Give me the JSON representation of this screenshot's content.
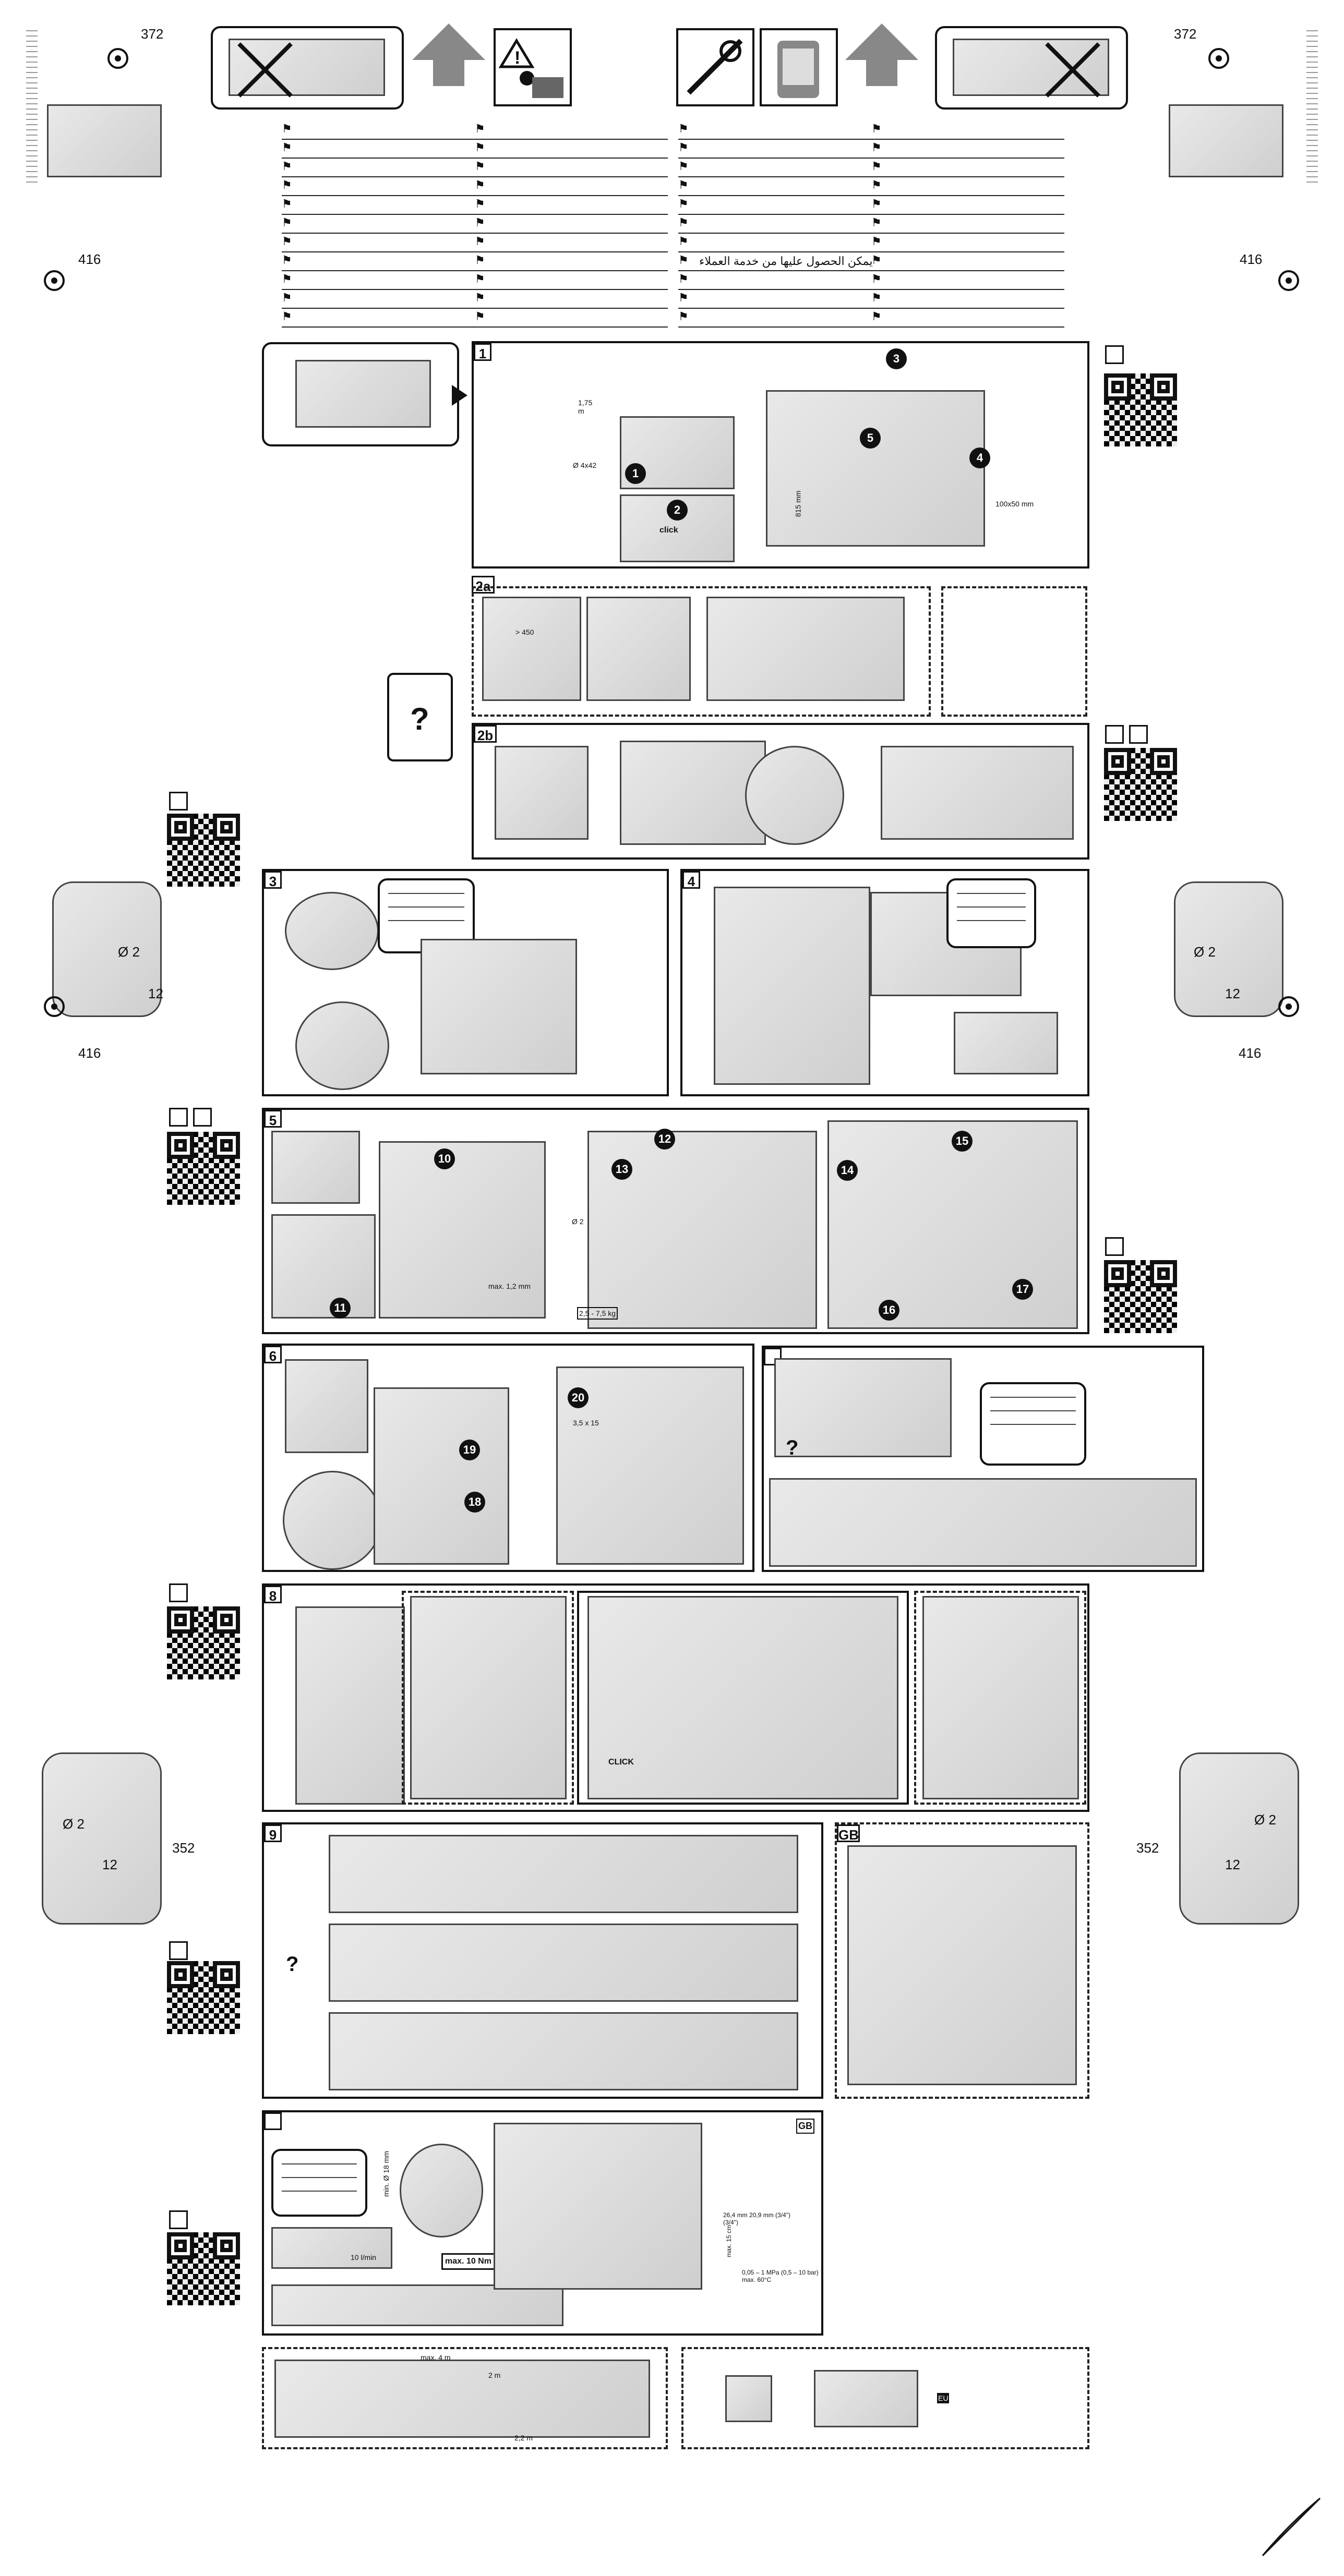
{
  "page_corner_dims": {
    "top_left_dim": "372",
    "top_right_dim": "372",
    "side_left_dim": "416",
    "side_right_dim": "416",
    "drill_left_dim": "416",
    "drill_right_dim": "416",
    "drill_hole_diameter": "Ø 2",
    "drill_depth": "12",
    "lower_left_dim": "352",
    "lower_right_dim": "352"
  },
  "arabic_text": "يمكن الحصول عليها من خدمة العملاء",
  "language_rows": 11,
  "sections": {
    "s1": "1",
    "s2a": "2a",
    "s2b": "2b",
    "s3": "3",
    "s4": "4",
    "s5": "5",
    "s6": "6",
    "s8": "8",
    "s9": "9",
    "gb": "GB"
  },
  "labels": {
    "s1_hose": "1,75 m",
    "s1_screw": "Ø 4x42",
    "s1_click": "click",
    "s1_depth": "815 mm",
    "s1_size": "100x50 mm",
    "s2a_width": "> 450",
    "s5_max": "max. 1,2 mm",
    "s5_weight": "2,5 - 7,5 kg",
    "s5_drill": "Ø 2",
    "s6_screw": "3,5 x 15",
    "s8_click": "CLICK",
    "s_water_torque": "max. 10 Nm",
    "s_water_flow": "10 l/min",
    "s_water_diam": "min. Ø 18 mm",
    "s_water_pressure": "0,05 – 1 MPa (0,5 – 10 bar) max. 60°C",
    "s_water_thread": "26,4 mm 20,9 mm (3/4\") (3/4\")",
    "s_water_height": "max. 15 cm",
    "hose_max": "max. 4 m",
    "hose_2m": "2 m",
    "hose_22m": "2,2 m",
    "question": "?",
    "gb_tag": "GB",
    "eu_tag": "EU"
  },
  "callouts": [
    "1",
    "2",
    "3",
    "4",
    "5",
    "10",
    "11",
    "12",
    "13",
    "14",
    "15",
    "16",
    "17",
    "18",
    "19",
    "20"
  ]
}
